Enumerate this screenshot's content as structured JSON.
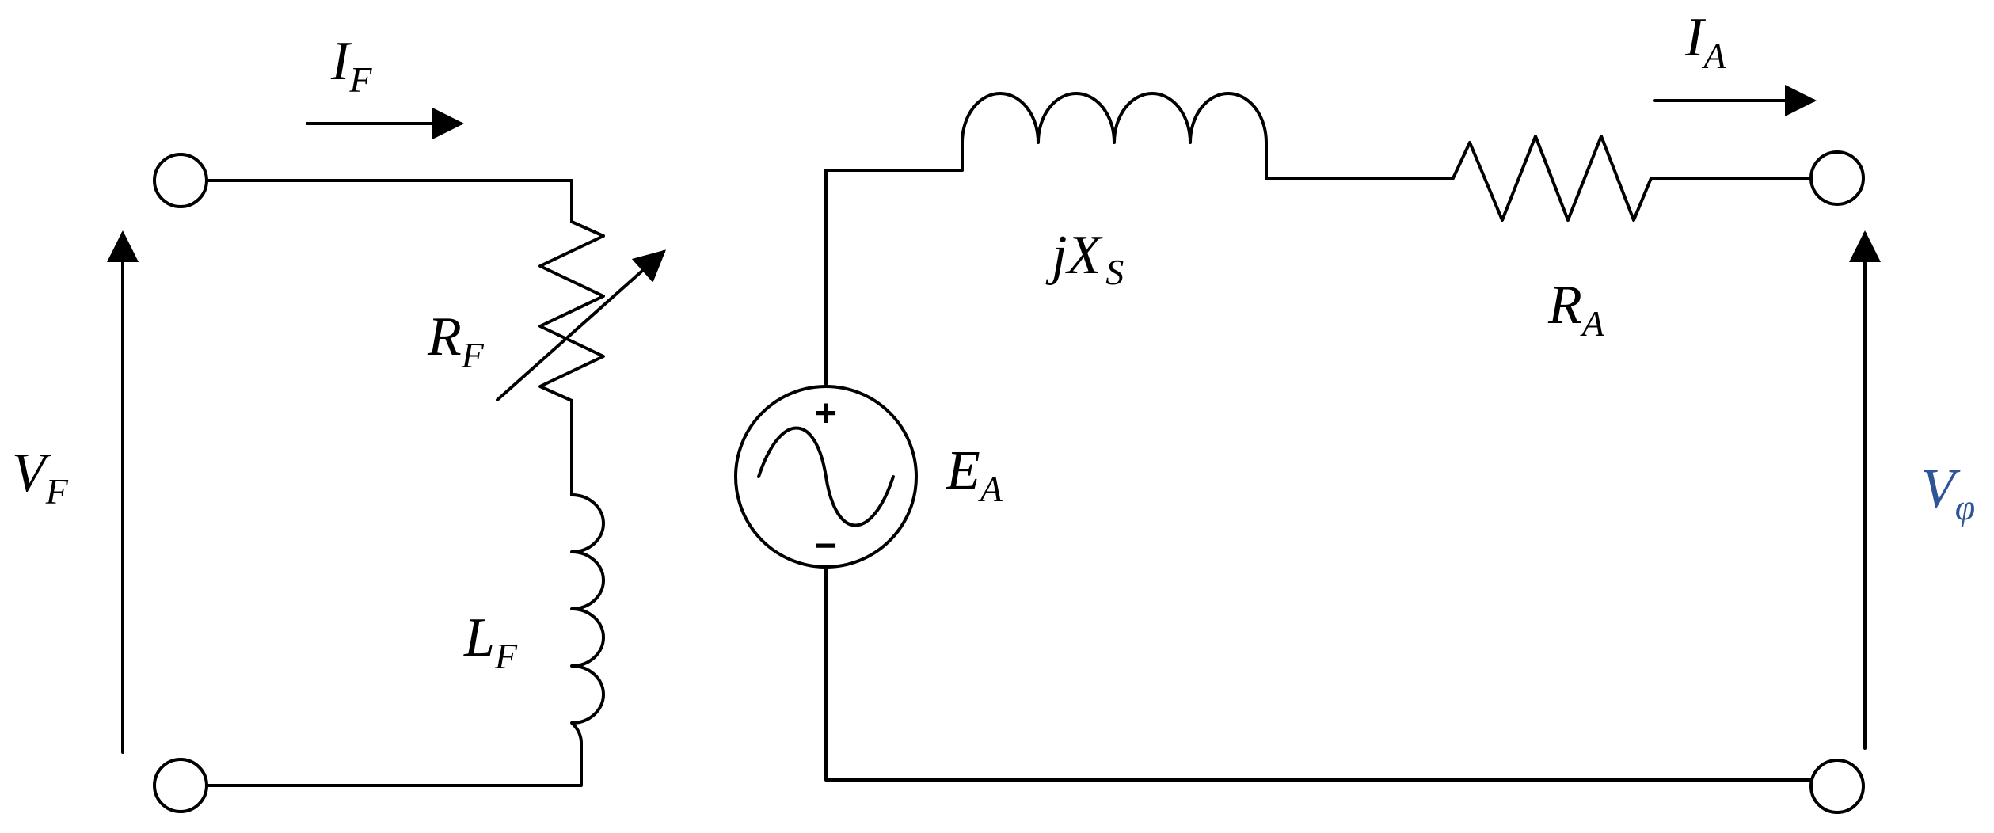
{
  "labels": {
    "i_f": {
      "main": "I",
      "sub": "F"
    },
    "v_f": {
      "main": "V",
      "sub": "F"
    },
    "r_f": {
      "main": "R",
      "sub": "F"
    },
    "l_f": {
      "main": "L",
      "sub": "F"
    },
    "jx_s": {
      "main": "jX",
      "sub": "S"
    },
    "e_a": {
      "main": "E",
      "sub": "A"
    },
    "r_a": {
      "main": "R",
      "sub": "A"
    },
    "i_a": {
      "main": "I",
      "sub": "A"
    },
    "v_phi": {
      "main": "V",
      "sub": "φ"
    }
  },
  "source": {
    "plus": "+",
    "minus": "−"
  },
  "colors": {
    "line": "#000000",
    "v_phi_label": "#2f5597"
  }
}
